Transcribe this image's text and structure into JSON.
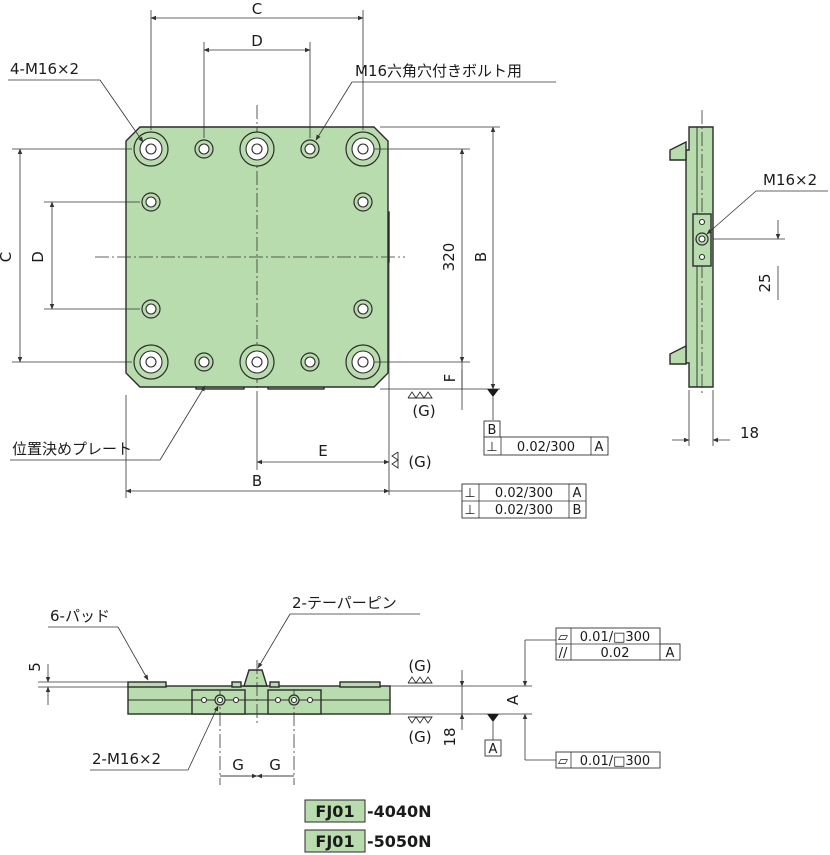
{
  "colors": {
    "part": "#b9dcae",
    "line": "#2b2b2b",
    "background": "#ffffff"
  },
  "top_view": {
    "dim_c_top": "C",
    "dim_d_top": "D",
    "dim_c_left": "C",
    "dim_d_left": "D",
    "dim_320": "320",
    "dim_b_right": "B",
    "dim_f": "F",
    "dim_e": "E",
    "dim_b_bottom": "B",
    "label_4m16": "4-M16×2",
    "label_bolt": "M16六角穴付きボルト用",
    "label_locate_plate": "位置決めプレート",
    "grind_right": "(G)",
    "grind_bottom": "(G)",
    "datum_b": "B",
    "tol_b_symbol": "⊥",
    "tol_b_value": "0.02/300",
    "tol_b_ref": "A",
    "tol_bottom": [
      {
        "symbol": "⊥",
        "value": "0.02/300",
        "ref": "A"
      },
      {
        "symbol": "⊥",
        "value": "0.02/300",
        "ref": "B"
      }
    ]
  },
  "side_view": {
    "label_m16": "M16×2",
    "dim_25": "25",
    "dim_18": "18"
  },
  "front_view": {
    "label_pads": "6-パッド",
    "label_taper_pins": "2-テーパーピン",
    "label_2m16": "2-M16×2",
    "dim_5": "5",
    "dim_g1": "G",
    "dim_g2": "G",
    "dim_a": "A",
    "dim_18": "18",
    "grind_top": "(G)",
    "grind_bottom": "(G)",
    "datum_a": "A",
    "tol_top": [
      {
        "symbol": "▱",
        "value": "0.01/□300",
        "ref": ""
      },
      {
        "symbol": "//",
        "value": "0.02",
        "ref": "A"
      }
    ],
    "tol_bottom": {
      "symbol": "▱",
      "value": "0.01/□300"
    }
  },
  "models": [
    {
      "code": "FJ01",
      "suffix": "-4040N"
    },
    {
      "code": "FJ01",
      "suffix": "-5050N"
    }
  ]
}
